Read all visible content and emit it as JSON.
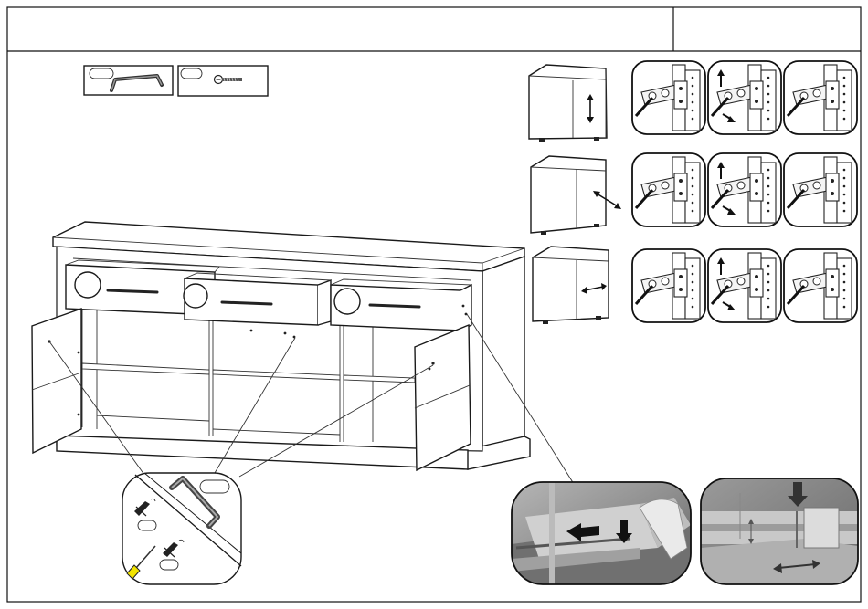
{
  "page": {
    "header_title": "",
    "header_page_number": ""
  },
  "parts": [
    {
      "id": "handle",
      "label": "",
      "icon": "handle-icon"
    },
    {
      "id": "screw",
      "label": "",
      "icon": "screw-icon"
    }
  ],
  "detail_callouts": [
    {
      "id": "handle-part",
      "label": ""
    },
    {
      "id": "screw-part-1",
      "label": ""
    },
    {
      "id": "screw-part-2",
      "label": ""
    }
  ],
  "hinge_adjustments": [
    {
      "direction": "vertical",
      "icon": "up-down-arrow-icon"
    },
    {
      "direction": "depth",
      "icon": "diagonal-arrow-icon"
    },
    {
      "direction": "lateral",
      "icon": "left-right-arrow-icon"
    }
  ],
  "colors": {
    "line": "#1a1a1a",
    "screwdriver_handle": "#f2e300",
    "photo_gray": "#8a8a8a"
  }
}
